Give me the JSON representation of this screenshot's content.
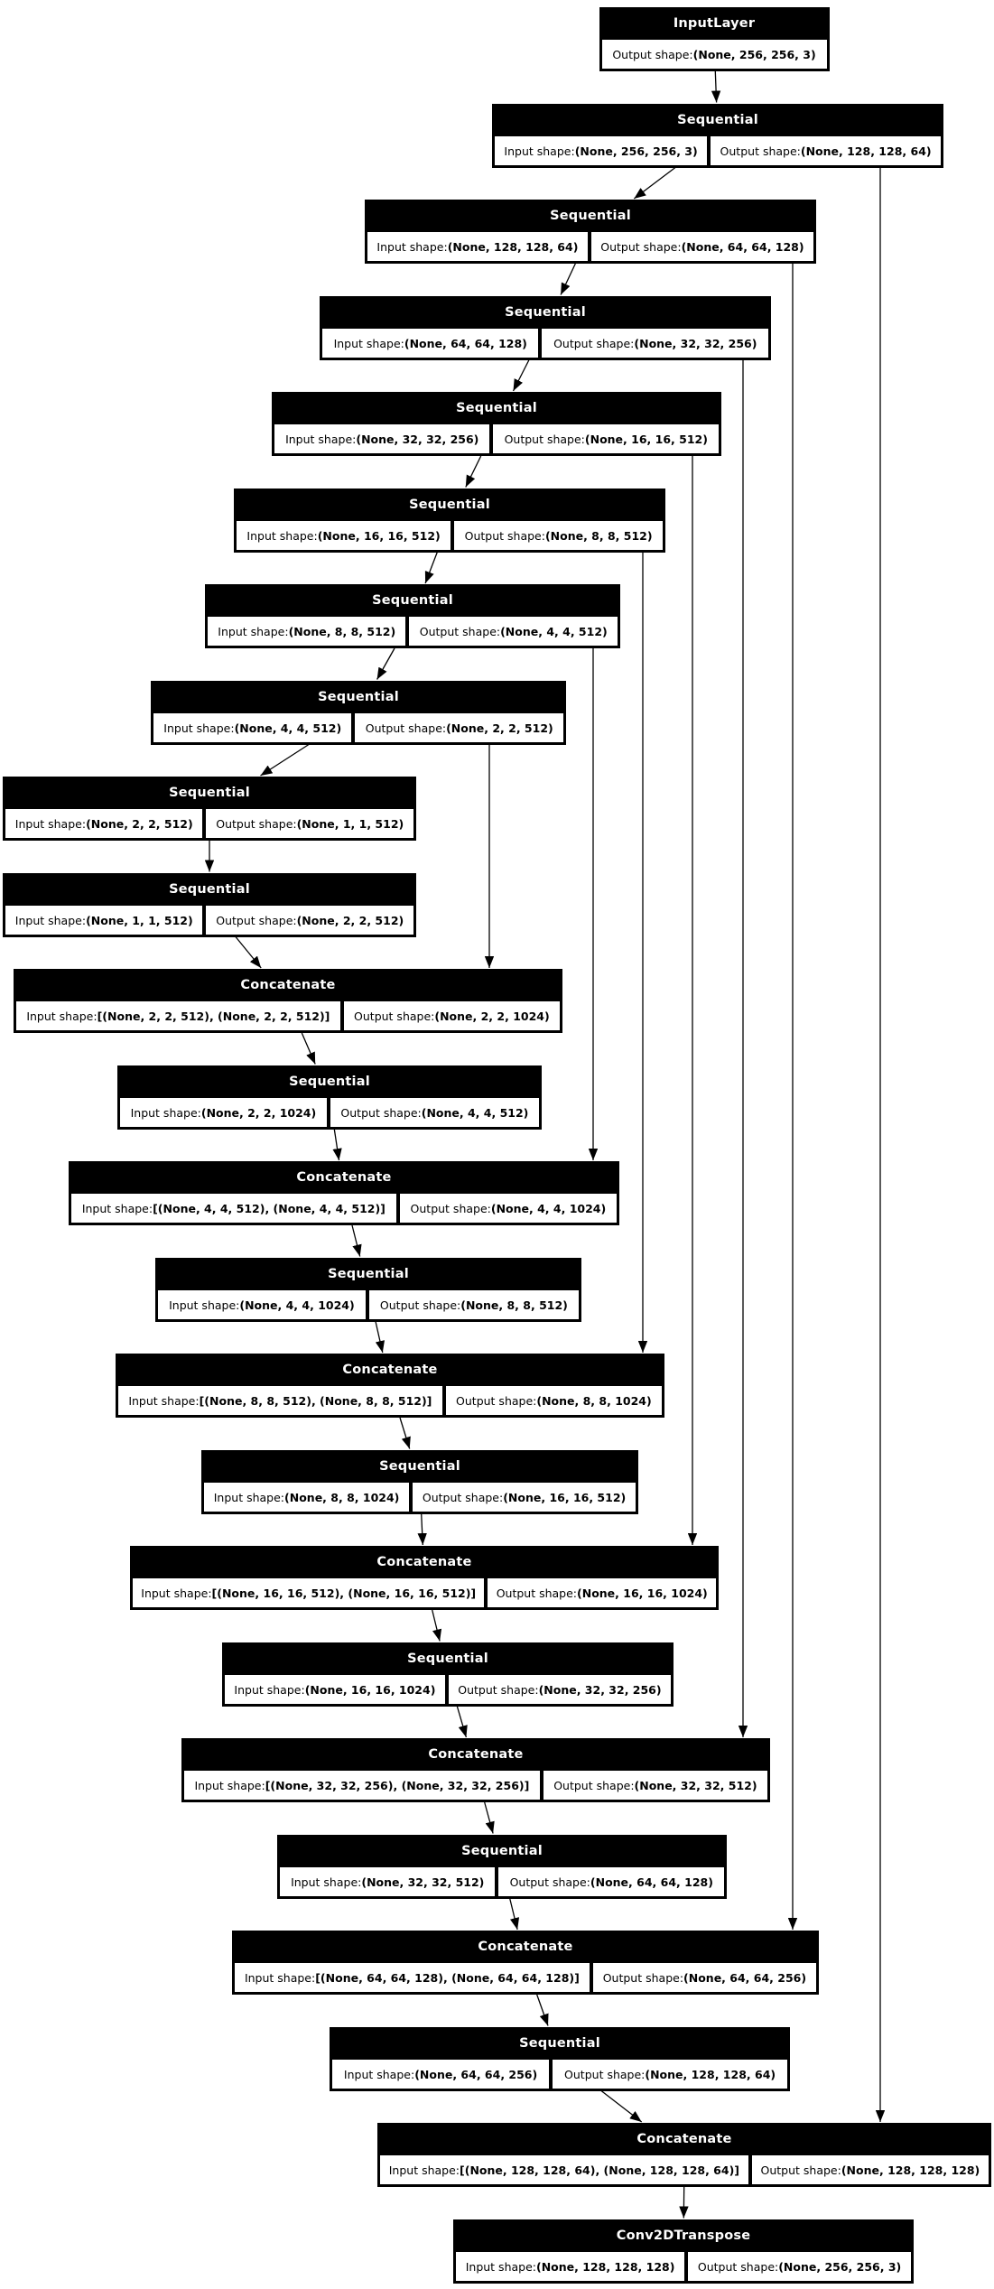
{
  "diagram": {
    "labels": {
      "input_prefix": "Input shape: ",
      "output_prefix": "Output shape: "
    },
    "colors": {
      "node_background": "#000000",
      "node_title_text": "#ffffff",
      "cell_background": "#ffffff",
      "cell_text": "#000000",
      "edge": "#000000",
      "page_background": "#ffffff"
    },
    "nodes": [
      {
        "title": "InputLayer",
        "input_shape": null,
        "output_shape": "(None, 256, 256, 3)"
      },
      {
        "title": "Sequential",
        "input_shape": "(None, 256, 256, 3)",
        "output_shape": "(None, 128, 128, 64)"
      },
      {
        "title": "Sequential",
        "input_shape": "(None, 128, 128, 64)",
        "output_shape": "(None, 64, 64, 128)"
      },
      {
        "title": "Sequential",
        "input_shape": "(None, 64, 64, 128)",
        "output_shape": "(None, 32, 32, 256)"
      },
      {
        "title": "Sequential",
        "input_shape": "(None, 32, 32, 256)",
        "output_shape": "(None, 16, 16, 512)"
      },
      {
        "title": "Sequential",
        "input_shape": "(None, 16, 16, 512)",
        "output_shape": "(None, 8, 8, 512)"
      },
      {
        "title": "Sequential",
        "input_shape": "(None, 8, 8, 512)",
        "output_shape": "(None, 4, 4, 512)"
      },
      {
        "title": "Sequential",
        "input_shape": "(None, 4, 4, 512)",
        "output_shape": "(None, 2, 2, 512)"
      },
      {
        "title": "Sequential",
        "input_shape": "(None, 2, 2, 512)",
        "output_shape": "(None, 1, 1, 512)"
      },
      {
        "title": "Sequential",
        "input_shape": "(None, 1, 1, 512)",
        "output_shape": "(None, 2, 2, 512)"
      },
      {
        "title": "Concatenate",
        "input_shape": "[(None, 2, 2, 512), (None, 2, 2, 512)]",
        "output_shape": "(None, 2, 2, 1024)"
      },
      {
        "title": "Sequential",
        "input_shape": "(None, 2, 2, 1024)",
        "output_shape": "(None, 4, 4, 512)"
      },
      {
        "title": "Concatenate",
        "input_shape": "[(None, 4, 4, 512), (None, 4, 4, 512)]",
        "output_shape": "(None, 4, 4, 1024)"
      },
      {
        "title": "Sequential",
        "input_shape": "(None, 4, 4, 1024)",
        "output_shape": "(None, 8, 8, 512)"
      },
      {
        "title": "Concatenate",
        "input_shape": "[(None, 8, 8, 512), (None, 8, 8, 512)]",
        "output_shape": "(None, 8, 8, 1024)"
      },
      {
        "title": "Sequential",
        "input_shape": "(None, 8, 8, 1024)",
        "output_shape": "(None, 16, 16, 512)"
      },
      {
        "title": "Concatenate",
        "input_shape": "[(None, 16, 16, 512), (None, 16, 16, 512)]",
        "output_shape": "(None, 16, 16, 1024)"
      },
      {
        "title": "Sequential",
        "input_shape": "(None, 16, 16, 1024)",
        "output_shape": "(None, 32, 32, 256)"
      },
      {
        "title": "Concatenate",
        "input_shape": "[(None, 32, 32, 256), (None, 32, 32, 256)]",
        "output_shape": "(None, 32, 32, 512)"
      },
      {
        "title": "Sequential",
        "input_shape": "(None, 32, 32, 512)",
        "output_shape": "(None, 64, 64, 128)"
      },
      {
        "title": "Concatenate",
        "input_shape": "[(None, 64, 64, 128), (None, 64, 64, 128)]",
        "output_shape": "(None, 64, 64, 256)"
      },
      {
        "title": "Sequential",
        "input_shape": "(None, 64, 64, 256)",
        "output_shape": "(None, 128, 128, 64)"
      },
      {
        "title": "Concatenate",
        "input_shape": "[(None, 128, 128, 64), (None, 128, 128, 64)]",
        "output_shape": "(None, 128, 128, 128)"
      },
      {
        "title": "Conv2DTranspose",
        "input_shape": "(None, 128, 128, 128)",
        "output_shape": "(None, 256, 256, 3)"
      }
    ],
    "edges": {
      "chain": [
        [
          0,
          1
        ],
        [
          1,
          2
        ],
        [
          2,
          3
        ],
        [
          3,
          4
        ],
        [
          4,
          5
        ],
        [
          5,
          6
        ],
        [
          6,
          7
        ],
        [
          7,
          8
        ],
        [
          8,
          9
        ],
        [
          9,
          10
        ],
        [
          10,
          11
        ],
        [
          11,
          12
        ],
        [
          12,
          13
        ],
        [
          13,
          14
        ],
        [
          14,
          15
        ],
        [
          15,
          16
        ],
        [
          16,
          17
        ],
        [
          17,
          18
        ],
        [
          18,
          19
        ],
        [
          19,
          20
        ],
        [
          20,
          21
        ],
        [
          21,
          22
        ],
        [
          22,
          23
        ]
      ],
      "skips": [
        [
          1,
          22
        ],
        [
          2,
          20
        ],
        [
          3,
          18
        ],
        [
          4,
          16
        ],
        [
          5,
          14
        ],
        [
          6,
          12
        ],
        [
          7,
          10
        ]
      ]
    }
  }
}
